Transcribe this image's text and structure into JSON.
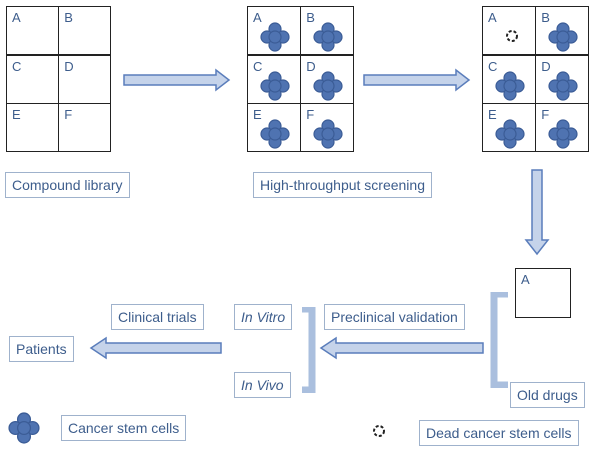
{
  "grids": [
    {
      "name": "compound-library-grid",
      "cells": [
        {
          "label": "A",
          "state": "empty"
        },
        {
          "label": "B",
          "state": "empty"
        },
        {
          "label": "C",
          "state": "empty"
        },
        {
          "label": "D",
          "state": "empty"
        },
        {
          "label": "E",
          "state": "empty"
        },
        {
          "label": "F",
          "state": "empty"
        }
      ]
    },
    {
      "name": "screening-grid",
      "cells": [
        {
          "label": "A",
          "state": "live"
        },
        {
          "label": "B",
          "state": "live"
        },
        {
          "label": "C",
          "state": "live"
        },
        {
          "label": "D",
          "state": "live"
        },
        {
          "label": "E",
          "state": "live"
        },
        {
          "label": "F",
          "state": "live"
        }
      ]
    },
    {
      "name": "result-grid",
      "cells": [
        {
          "label": "A",
          "state": "dead"
        },
        {
          "label": "B",
          "state": "live"
        },
        {
          "label": "C",
          "state": "live"
        },
        {
          "label": "D",
          "state": "live"
        },
        {
          "label": "E",
          "state": "live"
        },
        {
          "label": "F",
          "state": "live"
        }
      ]
    }
  ],
  "selected_cell_label": "A",
  "labels": {
    "compound_library": "Compound library",
    "high_throughput": "High-throughput screening",
    "clinical_trials": "Clinical trials",
    "in_vitro": "In Vitro",
    "in_vivo": "In Vivo",
    "preclinical": "Preclinical validation",
    "patients": "Patients",
    "old_drugs": "Old drugs",
    "cancer_stem_cells": "Cancer stem cells",
    "dead_cancer_stem_cells": "Dead cancer stem cells"
  },
  "colors": {
    "cell_blue": "#4f73b1",
    "cell_dark": "#3b5c96",
    "arrow_fill": "#c5d3ea",
    "arrow_stroke": "#5a7dbb",
    "bracket": "#aabfde",
    "text": "#3d5d8c"
  },
  "icons": {
    "live": "cancer-stem-cell-icon",
    "dead": "dead-cancer-stem-cell-icon"
  }
}
